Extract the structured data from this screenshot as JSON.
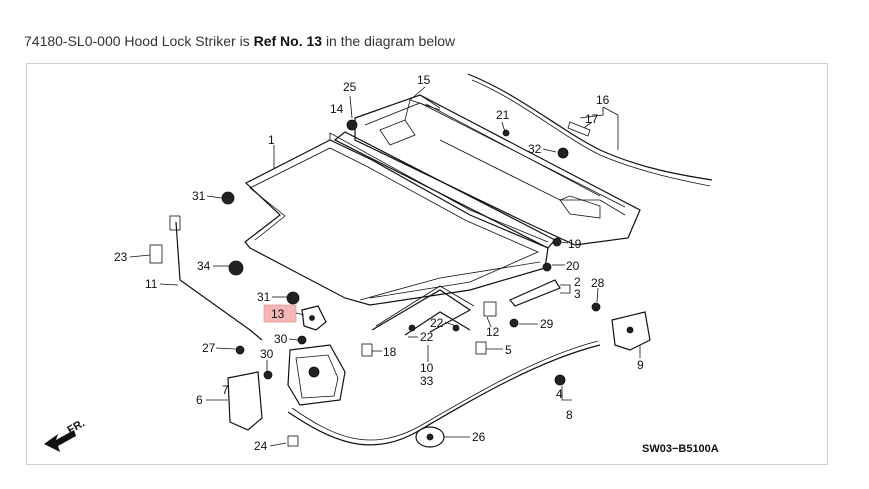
{
  "caption": {
    "part_number": "74180-SL0-000 Hood Lock Striker is",
    "ref_label": "Ref No. 13",
    "suffix": "in the diagram below"
  },
  "diagram": {
    "highlight_ref": "13",
    "highlight_color": "#f4b6b6",
    "code": "SW03−B5100A",
    "direction_label": "FR.",
    "refs": [
      {
        "id": "r1",
        "text": "1"
      },
      {
        "id": "r2",
        "text": "2"
      },
      {
        "id": "r3",
        "text": "3"
      },
      {
        "id": "r4",
        "text": "4"
      },
      {
        "id": "r5",
        "text": "5"
      },
      {
        "id": "r6",
        "text": "6"
      },
      {
        "id": "r7",
        "text": "7"
      },
      {
        "id": "r8",
        "text": "8"
      },
      {
        "id": "r9",
        "text": "9"
      },
      {
        "id": "r10",
        "text": "10"
      },
      {
        "id": "r11",
        "text": "11"
      },
      {
        "id": "r12",
        "text": "12"
      },
      {
        "id": "r13",
        "text": "13"
      },
      {
        "id": "r14",
        "text": "14"
      },
      {
        "id": "r15",
        "text": "15"
      },
      {
        "id": "r16",
        "text": "16"
      },
      {
        "id": "r17",
        "text": "17"
      },
      {
        "id": "r18",
        "text": "18"
      },
      {
        "id": "r19",
        "text": "19"
      },
      {
        "id": "r20",
        "text": "20"
      },
      {
        "id": "r21",
        "text": "21"
      },
      {
        "id": "r22a",
        "text": "22"
      },
      {
        "id": "r22b",
        "text": "22"
      },
      {
        "id": "r23",
        "text": "23"
      },
      {
        "id": "r24",
        "text": "24"
      },
      {
        "id": "r25",
        "text": "25"
      },
      {
        "id": "r26",
        "text": "26"
      },
      {
        "id": "r27",
        "text": "27"
      },
      {
        "id": "r28",
        "text": "28"
      },
      {
        "id": "r29",
        "text": "29"
      },
      {
        "id": "r30a",
        "text": "30"
      },
      {
        "id": "r30b",
        "text": "30"
      },
      {
        "id": "r31a",
        "text": "31"
      },
      {
        "id": "r31b",
        "text": "31"
      },
      {
        "id": "r32",
        "text": "32"
      },
      {
        "id": "r33",
        "text": "33"
      },
      {
        "id": "r34",
        "text": "34"
      }
    ]
  }
}
